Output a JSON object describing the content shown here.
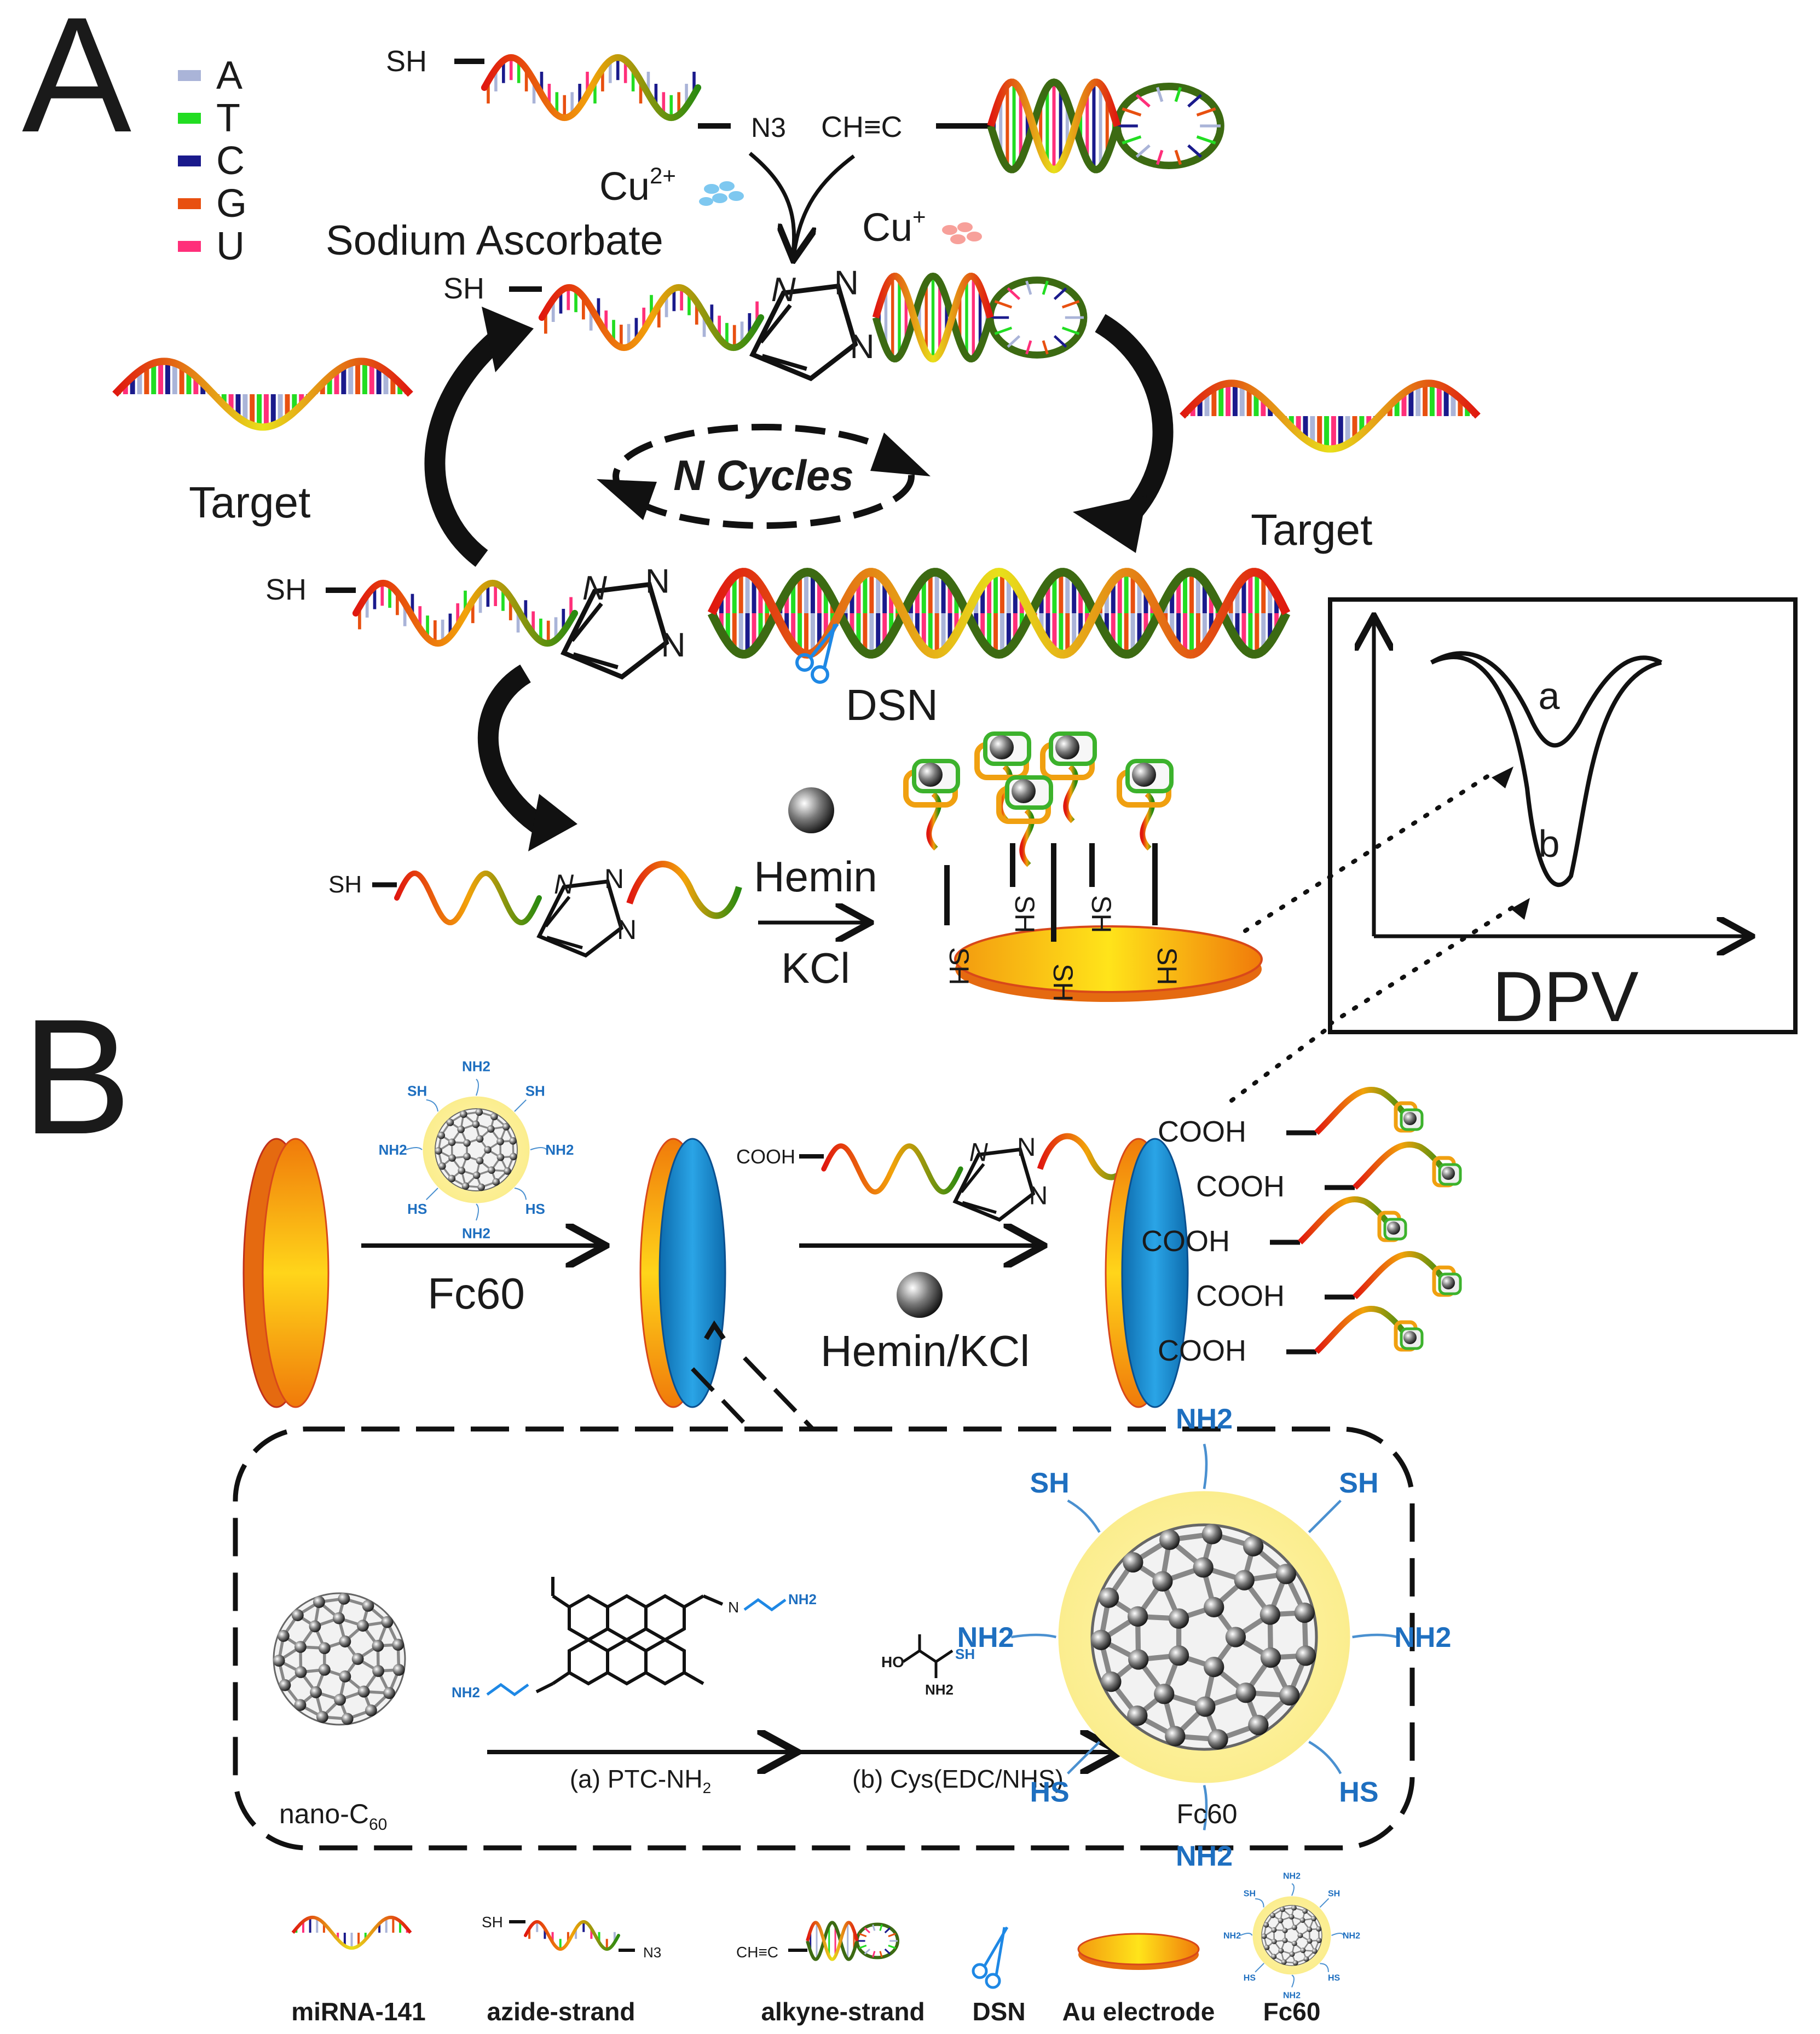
{
  "panels": {
    "A": "A",
    "B": "B"
  },
  "legend": {
    "bases": [
      {
        "letter": "A",
        "color": "#aab4d8"
      },
      {
        "letter": "T",
        "color": "#22dd22"
      },
      {
        "letter": "C",
        "color": "#1a1a8c"
      },
      {
        "letter": "G",
        "color": "#e85010"
      },
      {
        "letter": "U",
        "color": "#ff2f7a"
      }
    ]
  },
  "panel_a": {
    "sh": "SH",
    "n3": "N3",
    "alkyne": "CH≡C",
    "cu2": "Cu",
    "cu2_sup": "2+",
    "cu1": "Cu",
    "cu1_sup": "+",
    "sodium_ascorbate": "Sodium Ascorbate",
    "n_cycles": "N Cycles",
    "target_left": "Target",
    "target_right": "Target",
    "dsn": "DSN",
    "hemin": "Hemin",
    "kcl": "KCl",
    "triazole_n": "N"
  },
  "dpv": {
    "title": "DPV",
    "curve_a": "a",
    "curve_b": "b"
  },
  "panel_b": {
    "fc60": "Fc60",
    "hemin_kcl": "Hemin/KCl",
    "cooh": "COOH",
    "nh2": "NH2",
    "sh": "SH",
    "hs": "HS",
    "nano_c60": "nano-C",
    "nano_c60_sub": "60",
    "step_a": "(a) PTC-NH",
    "step_a_sub": "2",
    "step_b": "(b) Cys(EDC/NHS)",
    "fc60_label": "Fc60"
  },
  "bottom_legend": [
    {
      "label": "miRNA-141"
    },
    {
      "label": "azide-strand"
    },
    {
      "label": "alkyne-strand"
    },
    {
      "label": "DSN"
    },
    {
      "label": "Au electrode"
    },
    {
      "label": "Fc60"
    }
  ]
}
